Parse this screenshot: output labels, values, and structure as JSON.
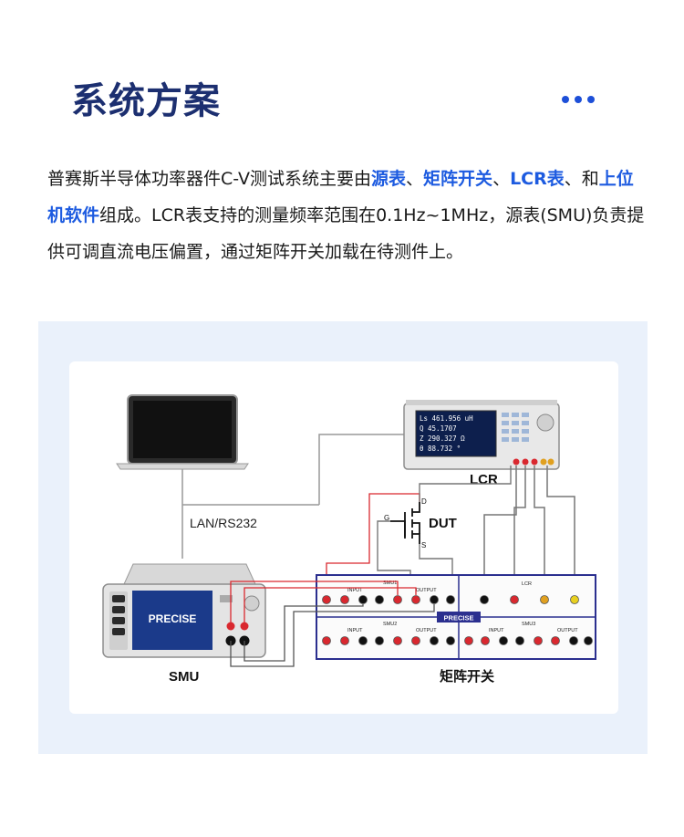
{
  "header": {
    "title": "系统方案",
    "menu_icon": "more-dots-icon"
  },
  "description": {
    "part1": "普赛斯半导体功率器件C-V测试系统主要由",
    "hl1": "源表",
    "sep1": "、",
    "hl2": "矩阵开关",
    "sep2": "、",
    "hl3": "LCR表",
    "sep3": "、和",
    "hl4": "上位机软件",
    "part2": "组成。LCR表支持的测量频率范围在0.1Hz~1MHz，源表(SMU)负责提供可调直流电压偏置，通过矩阵开关加载在待测件上。"
  },
  "diagram": {
    "lan_label": "LAN/RS232",
    "dut_label": "DUT",
    "lcr_label": "LCR",
    "smu_label": "SMU",
    "matrix_label": "矩阵开关",
    "pin_g": "G",
    "pin_d": "D",
    "pin_s": "S",
    "lcr_screen": [
      "Ls   461.956 uH",
      "Q     45.1707",
      "Z    290.327  Ω",
      "θ     88.732  °"
    ],
    "smu_brand": "PRECISE",
    "matrix_brand": "PRECISE",
    "module_smu1": "SMU1",
    "module_smu2": "SMU2",
    "module_smu3": "SMU3",
    "module_lcr": "LCR",
    "port_input": "INPUT",
    "port_output": "OUTPUT",
    "colors": {
      "red_wire": "#d9282f",
      "blue_frame": "#2b2f8f",
      "gray_wire": "#777777"
    }
  }
}
